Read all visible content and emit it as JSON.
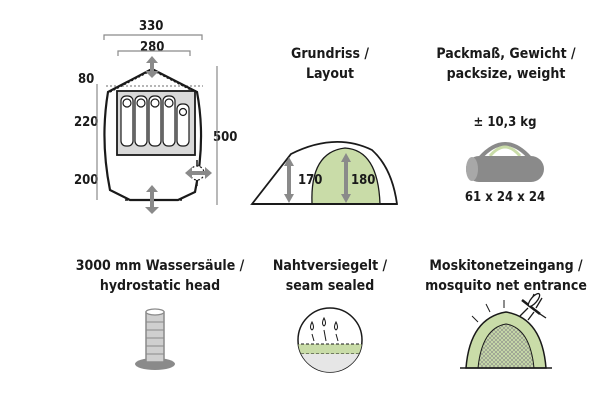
{
  "floorplan": {
    "dims": {
      "width_outer": "330",
      "width_inner": "280",
      "depth_top": "80",
      "depth_mid": "220",
      "depth_bottom": "200",
      "length_total": "500"
    }
  },
  "layout": {
    "title_line1": "Grundriss /",
    "title_line2": "Layout",
    "height_left": "170",
    "height_right": "180"
  },
  "pack": {
    "title_line1": "Packmaß, Gewicht /",
    "title_line2": "packsize, weight",
    "weight": "± 10,3 kg",
    "size": "61 x 24 x 24"
  },
  "hydro": {
    "title_line1": "3000 mm Wassersäule /",
    "title_line2": "hydrostatic head"
  },
  "seam": {
    "title_line1": "Nahtversiegelt /",
    "title_line2": "seam sealed"
  },
  "mosquito": {
    "title_line1": "Moskitonetzeingang /",
    "title_line2": "mosquito net entrance"
  },
  "colors": {
    "tent_green": "#c9dca8",
    "tent_grey": "#d9d9d9",
    "arrow_grey": "#8a8a8a",
    "outline": "#1a1a1a"
  }
}
